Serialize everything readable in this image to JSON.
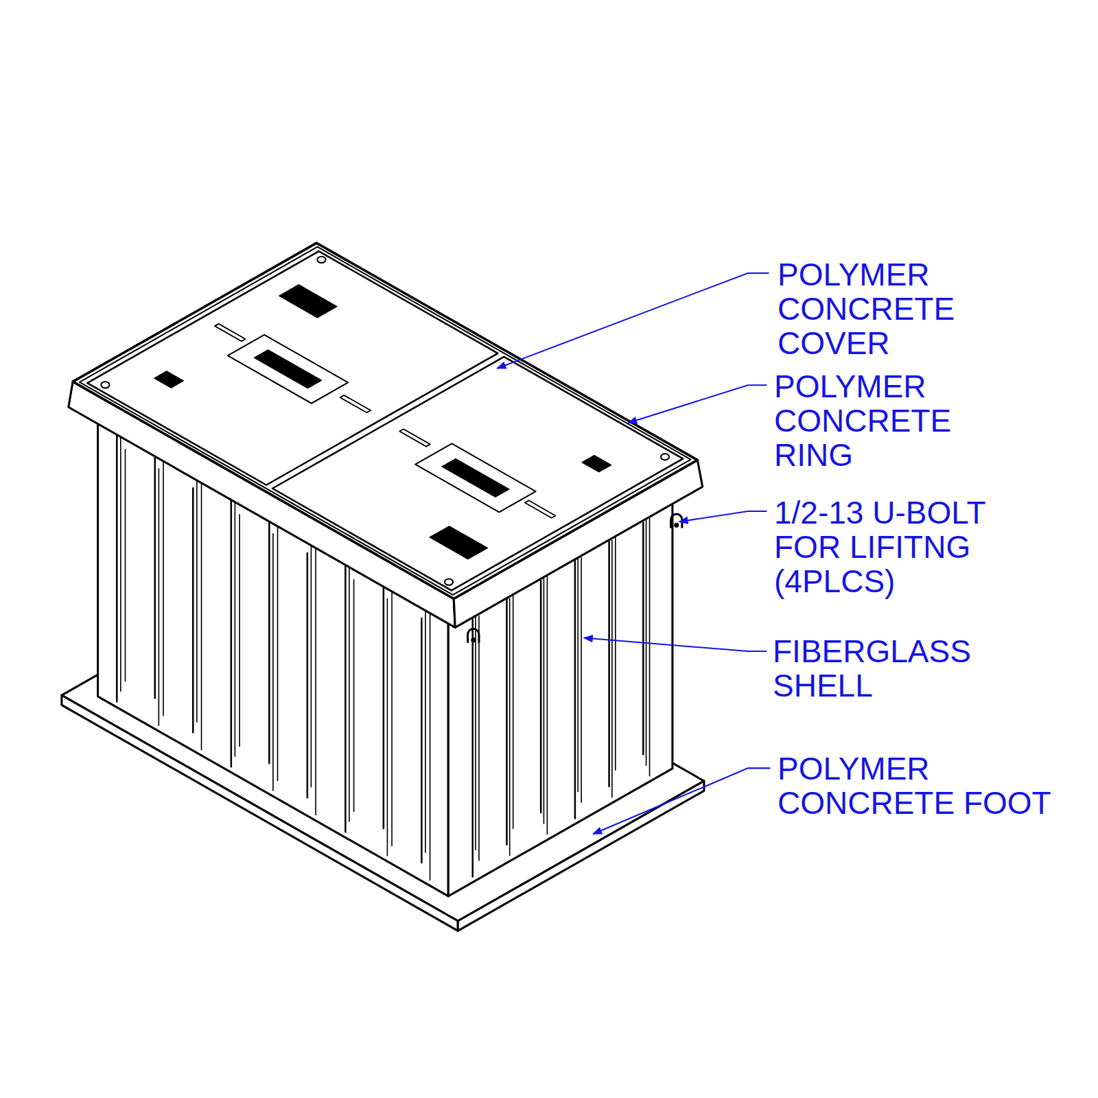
{
  "diagram": {
    "labels": [
      "POLYMER CONCRETE COVER",
      "POLYMER CONCRETE RING",
      "1/2-13 U-BOLT FOR LIFITNG (4PLCS)",
      "FIBERGLASS SHELL",
      "POLYMER CONCRETE FOOT"
    ]
  }
}
